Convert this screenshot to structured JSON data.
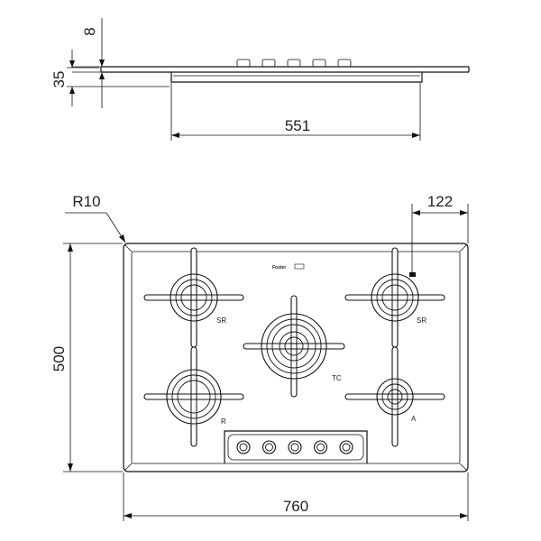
{
  "dimensions": {
    "top_height": "8",
    "side_height": "35",
    "body_width": "551",
    "corner_radius": "R10",
    "knob_offset": "122",
    "depth": "500",
    "width": "760"
  },
  "brand": "Foster",
  "burners": [
    {
      "id": "sr-left",
      "label": "SR"
    },
    {
      "id": "r",
      "label": "R"
    },
    {
      "id": "tc",
      "label": "TC"
    },
    {
      "id": "sr-right",
      "label": "SR"
    },
    {
      "id": "a",
      "label": "A"
    }
  ],
  "knob_count": 5
}
